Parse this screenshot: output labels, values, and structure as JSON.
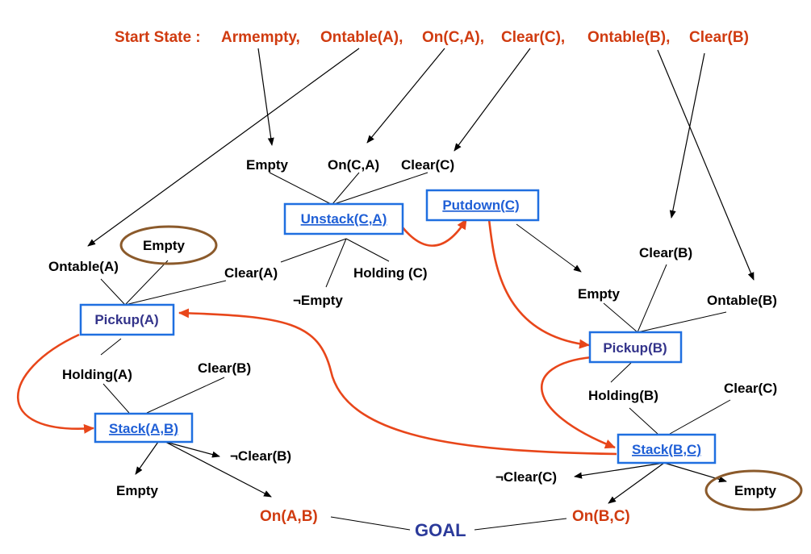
{
  "start_state": {
    "label": "Start State :",
    "facts": [
      "Armempty,",
      "Ontable(A),",
      "On(C,A),",
      "Clear(C),",
      "Ontable(B),",
      "Clear(B)"
    ]
  },
  "actions": {
    "unstack": "Unstack(C,A)",
    "putdown": "Putdown(C) ",
    "pickup_a": "Pickup(A)",
    "stack_ab": "Stack(A,B)",
    "pickup_b": "Pickup(B)",
    "stack_bc": "Stack(B,C)"
  },
  "conditions": {
    "unstack_pre_empty": "Empty",
    "unstack_pre_on": "On(C,A)",
    "unstack_pre_clear": "Clear(C)",
    "unstack_eff_cleara": "Clear(A)",
    "unstack_eff_notempty": "¬Empty",
    "unstack_eff_holding": "Holding (C)",
    "pickupa_pre_empty": "Empty",
    "pickupa_pre_ontable": "Ontable(A)",
    "pickupa_eff_holding": "Holding(A)",
    "stackab_pre_clearb": "Clear(B)",
    "stackab_eff_empty": "Empty",
    "stackab_eff_notclearb": "¬Clear(B)",
    "putdown_eff_empty": "Empty",
    "pickupb_pre_clearb": "Clear(B)",
    "pickupb_pre_ontable": "Ontable(B)",
    "pickupb_eff_holding": "Holding(B)",
    "stackbc_pre_clearc": "Clear(C)",
    "stackbc_eff_notclearc": "¬Clear(C)",
    "stackbc_eff_empty": "Empty"
  },
  "goal": {
    "label": "GOAL",
    "on_ab": "On(A,B)",
    "on_bc": "On(B,C)"
  },
  "colors": {
    "text": "#000000",
    "start_and_goal_facts": "#d03b10",
    "goal_label": "#2b3a9a",
    "action_box_border": "#1f6fe0",
    "action_text": "#1f5fd6",
    "plan_arrows": "#e8461a",
    "highlight_ellipse": "#8b5a2b"
  }
}
